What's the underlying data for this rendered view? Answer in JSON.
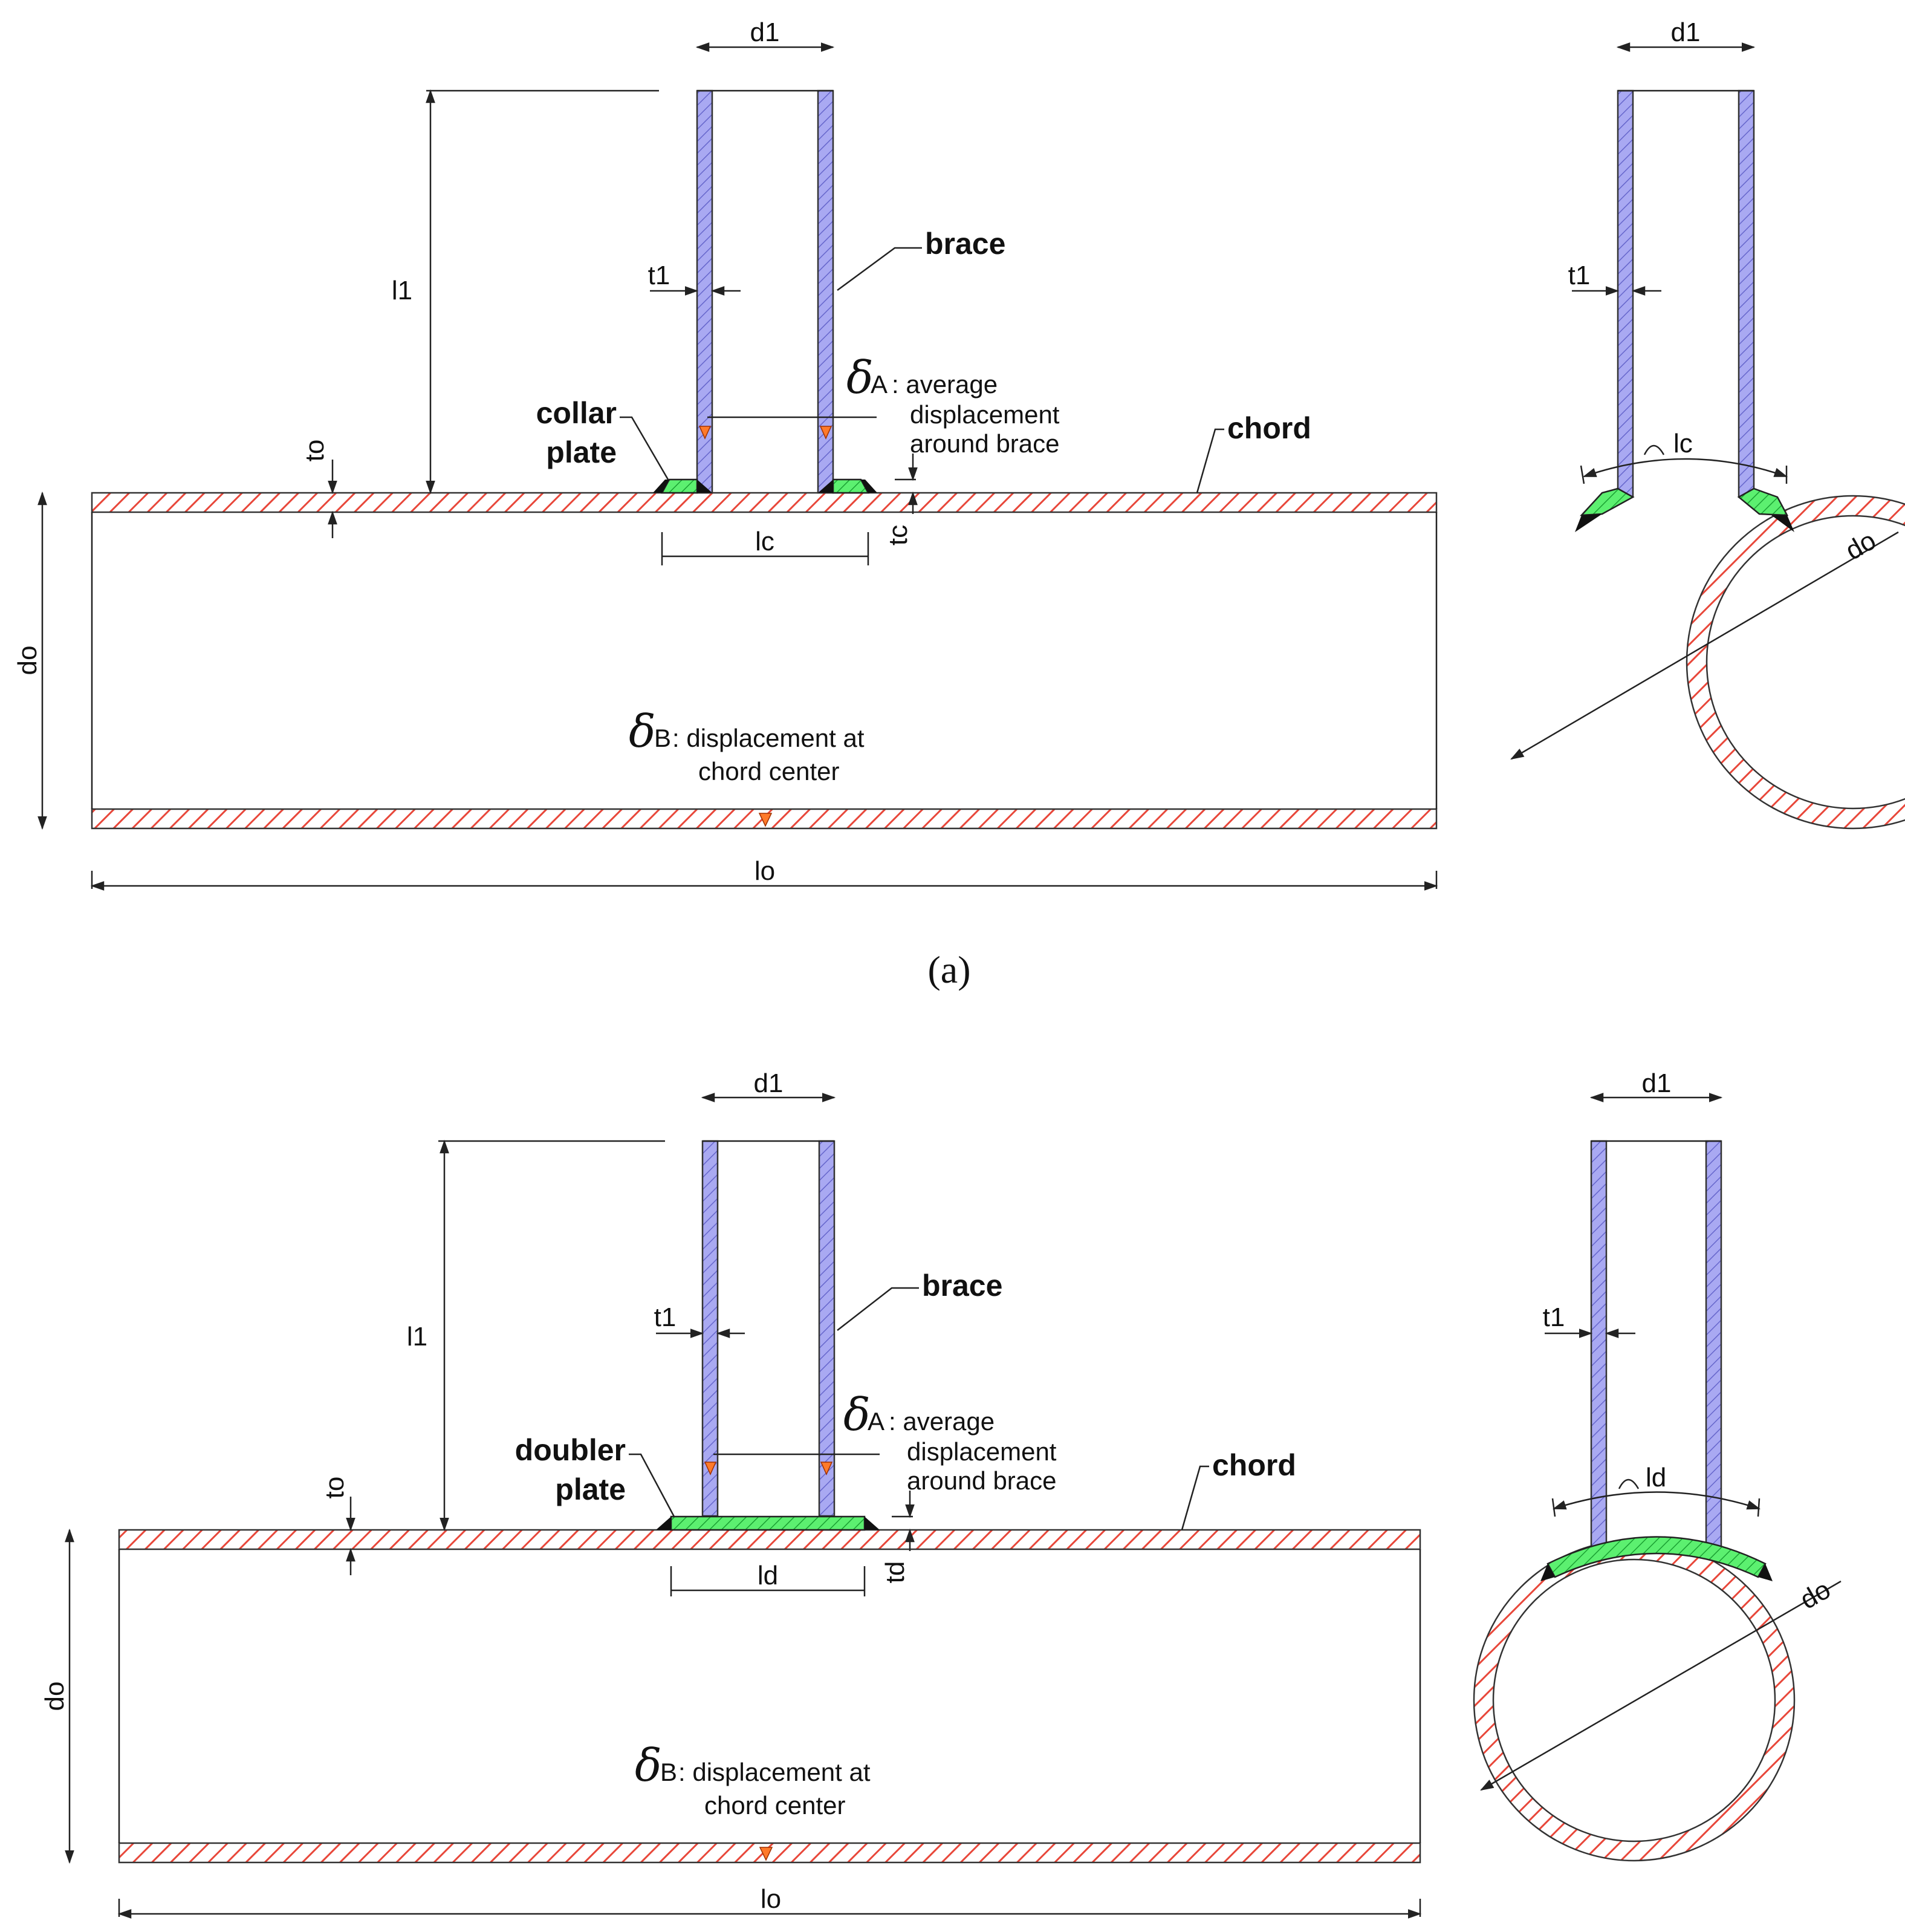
{
  "colors": {
    "chord": "#e8473a",
    "brace": "#8a8ae6",
    "plate": "#3fe25a",
    "weld": "#111111",
    "marker": "#ff7a2a"
  },
  "panels": [
    {
      "caption": "(a)",
      "plate_name_line1": "collar",
      "plate_name_line2": "plate",
      "brace_label": "brace",
      "chord_label": "chord",
      "delta_a_symbol": "δ",
      "delta_a_sub": "A",
      "delta_a_desc_line1": ": average",
      "delta_a_desc_line2": "displacement",
      "delta_a_desc_line3": "around brace",
      "delta_b_symbol": "δ",
      "delta_b_sub": "B",
      "delta_b_desc_line1": ": displacement at",
      "delta_b_desc_line2": "chord center",
      "dims": {
        "d1": "d1",
        "l1": "l1",
        "t1": "t1",
        "to": "to",
        "plate_thickness": "tc",
        "plate_length": "lc",
        "do": "do",
        "lo": "lo"
      },
      "section": {
        "d1": "d1",
        "t1": "t1",
        "arc": "lc",
        "do": "do"
      }
    },
    {
      "caption": "",
      "plate_name_line1": "doubler",
      "plate_name_line2": "plate",
      "brace_label": "brace",
      "chord_label": "chord",
      "delta_a_symbol": "δ",
      "delta_a_sub": "A",
      "delta_a_desc_line1": ": average",
      "delta_a_desc_line2": "displacement",
      "delta_a_desc_line3": "around brace",
      "delta_b_symbol": "δ",
      "delta_b_sub": "B",
      "delta_b_desc_line1": ": displacement at",
      "delta_b_desc_line2": "chord center",
      "dims": {
        "d1": "d1",
        "l1": "l1",
        "t1": "t1",
        "to": "to",
        "plate_thickness": "td",
        "plate_length": "ld",
        "do": "do",
        "lo": "lo"
      },
      "section": {
        "d1": "d1",
        "t1": "t1",
        "arc": "ld",
        "do": "do"
      }
    }
  ]
}
